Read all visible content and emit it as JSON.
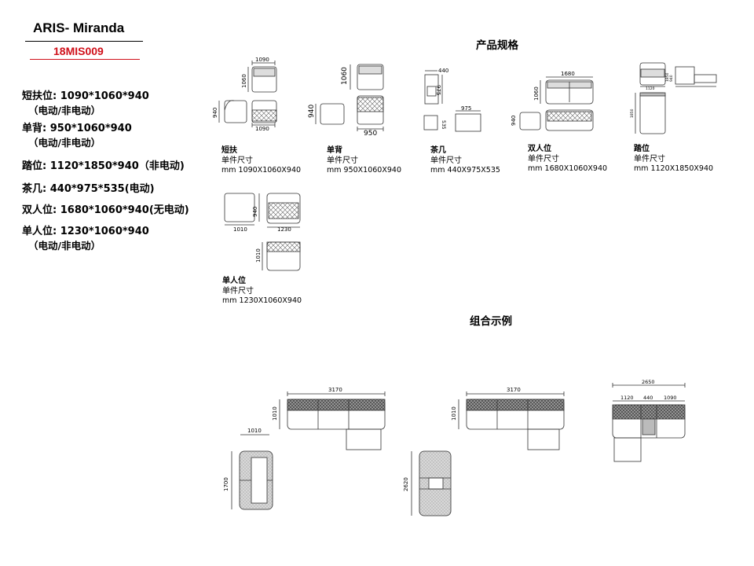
{
  "header": {
    "title": "ARIS- Miranda",
    "code": "18MIS009"
  },
  "specs": [
    {
      "main": "短扶位: 1090*1060*940",
      "sub": "（电动/非电动）"
    },
    {
      "main": "单背: 950*1060*940",
      "sub": "（电动/非电动）"
    },
    {
      "main": "踏位: 1120*1850*940（非电动)",
      "sub": ""
    },
    {
      "main": "茶几: 440*975*535(电动)",
      "sub": ""
    },
    {
      "main": "双人位: 1680*1060*940(无电动)",
      "sub": ""
    },
    {
      "main": "单人位: 1230*1060*940",
      "sub": "（电动/非电动）"
    }
  ],
  "section_titles": {
    "products": "产品规格",
    "combos": "组合示例"
  },
  "products": [
    {
      "name": "短扶",
      "unit": "单件尺寸",
      "size": "mm 1090X1060X940",
      "dims": [
        "1090",
        "1060",
        "940",
        "1090"
      ]
    },
    {
      "name": "单背",
      "unit": "单件尺寸",
      "size": "mm 950X1060X940",
      "dims": [
        "1060",
        "940",
        "950"
      ]
    },
    {
      "name": "茶几",
      "unit": "单件尺寸",
      "size": "mm 440X975X535",
      "dims": [
        "440",
        "975",
        "975",
        "535"
      ]
    },
    {
      "name": "双人位",
      "unit": "单件尺寸",
      "size": "mm 1680X1060X940",
      "dims": [
        "1680",
        "1060",
        "940"
      ]
    },
    {
      "name": "踏位",
      "unit": "单件尺寸",
      "size": "mm 1120X1850X940",
      "dims": [
        "1120",
        "1850",
        "940",
        "1850"
      ]
    },
    {
      "name": "单人位",
      "unit": "单件尺寸",
      "size": "mm 1230X1060X940",
      "dims": [
        "940",
        "1010",
        "1230",
        "1010"
      ]
    }
  ],
  "combos": {
    "a": {
      "width": "3170",
      "depth": "1010",
      "chaise": "1010",
      "length": "1700"
    },
    "b": {
      "width": "3170",
      "depth": "1010",
      "length": "2620"
    },
    "c": {
      "total": "2650",
      "seat1": "1120",
      "table": "440",
      "seat2": "1090"
    }
  }
}
